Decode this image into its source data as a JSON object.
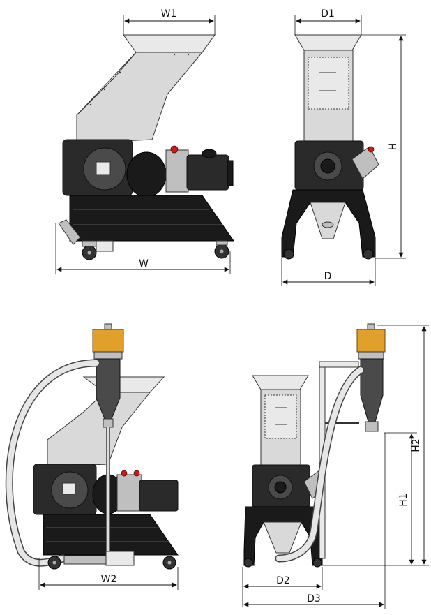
{
  "dimensions": {
    "view1": {
      "top_width": "W1",
      "overall_width": "W"
    },
    "view2": {
      "top_depth": "D1",
      "overall_height": "H",
      "base_depth": "D"
    },
    "view3": {
      "width_with_loader": "W2"
    },
    "view4": {
      "depth_with_loader": "D2",
      "overall_depth": "D3",
      "height_to_frame": "H1",
      "height_total": "H2"
    }
  },
  "colors": {
    "machine_body": "#2a2a2a",
    "hopper": "#d9d9d9",
    "filter": "#e0a02a",
    "emergency_stop": "#c02020"
  }
}
